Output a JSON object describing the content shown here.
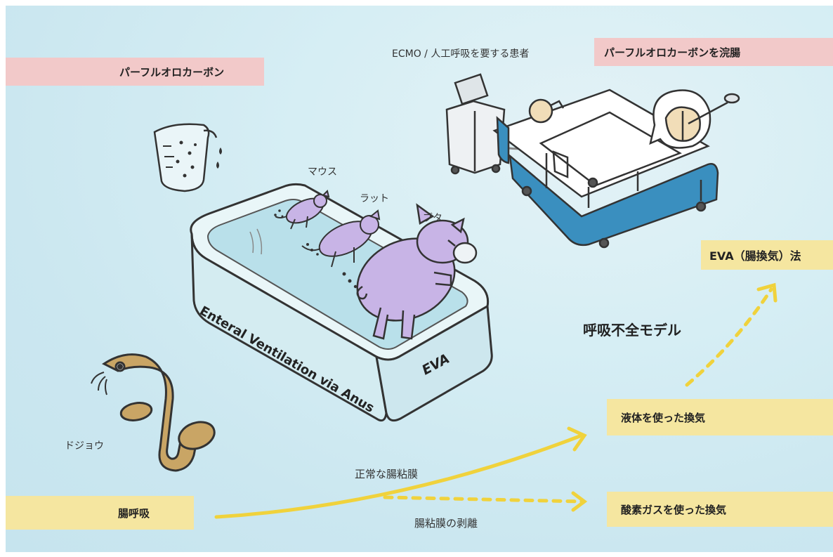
{
  "labels": {
    "pfc_left": "パーフルオロカーボン",
    "ecmo": "ECMO / 人工呼吸を要する患者",
    "pfc_enema": "パーフルオロカーボンを浣腸",
    "mouse": "マウス",
    "rat": "ラット",
    "pig": "ブタ",
    "eva_method": "EVA（腸換気）法",
    "resp_failure": "呼吸不全モデル",
    "tank_side": "Enteral Ventilation via Anus",
    "tank_end": "EVA",
    "loach": "ドジョウ",
    "liquid_vent": "液体を使った換気",
    "normal_mucosa": "正常な腸粘膜",
    "intestinal_resp": "腸呼吸",
    "oxygen_vent": "酸素ガスを使った換気",
    "mucosa_peel": "腸粘膜の剥離"
  },
  "colors": {
    "pink_tag": "#f2c9c9",
    "yellow_tag": "#f5e6a0",
    "arrow_yellow": "#f0d23c",
    "animal_purple": "#c8b4e6",
    "background": "#d6eef4"
  }
}
